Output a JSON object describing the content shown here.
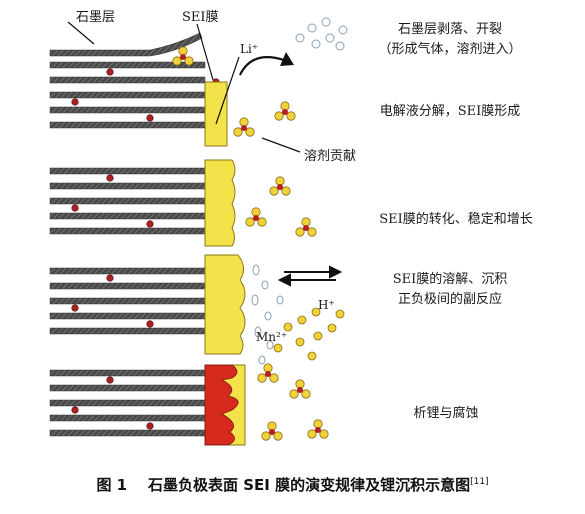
{
  "labels": {
    "graphite": "石墨层",
    "sei": "SEI膜",
    "li": "Li⁺",
    "h": "H⁺",
    "mn": "Mn²⁺",
    "stage1_line1": "石墨层剥落、开裂",
    "stage1_line2": "（形成气体，溶剂进入）",
    "stage2": "电解液分解，SEI膜形成",
    "solvent": "溶剂贡献",
    "stage3": "SEI膜的转化、稳定和增长",
    "stage4_line1": "SEI膜的溶解、沉积",
    "stage4_line2": "正负极间的副反应",
    "stage5": "析锂与腐蚀"
  },
  "caption": {
    "number": "图 1",
    "text": "石墨负极表面 SEI 膜的演变规律及锂沉积示意图",
    "ref": "[11]"
  },
  "colors": {
    "layer": "#555555",
    "sei_fill": "#f4e24a",
    "sei_stroke": "#8a7a12",
    "molecule_fill": "#f2d23a",
    "molecule_center": "#b51f1f",
    "dot": "#a82222",
    "plating": "#d62a1e"
  }
}
